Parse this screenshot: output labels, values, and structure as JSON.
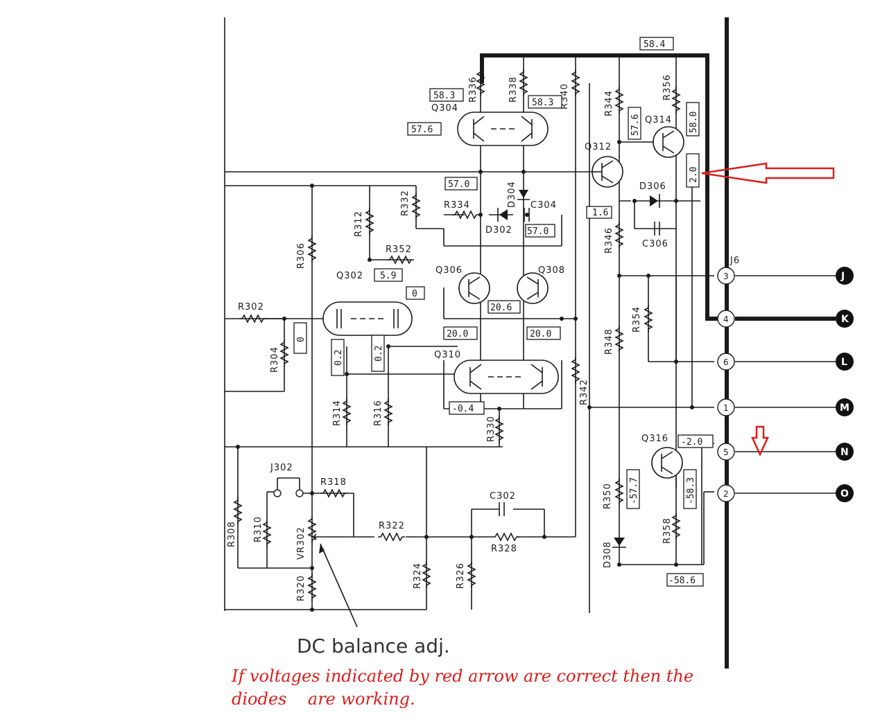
{
  "components": {
    "resistors": [
      "R302",
      "R304",
      "R306",
      "R308",
      "R310",
      "R312",
      "R314",
      "R316",
      "R318",
      "R320",
      "R322",
      "R324",
      "R326",
      "R328",
      "R330",
      "R332",
      "R334",
      "R336",
      "R338",
      "R340",
      "R342",
      "R344",
      "R346",
      "R348",
      "R350",
      "R352",
      "R354",
      "R356",
      "R358"
    ],
    "transistors": [
      "Q302",
      "Q304",
      "Q306",
      "Q308",
      "Q310",
      "Q312",
      "Q314",
      "Q316"
    ],
    "diodes": [
      "D302",
      "D304",
      "D306",
      "D308"
    ],
    "capacitors": [
      "C302",
      "C304",
      "C306"
    ],
    "jumper": "J302",
    "pot": "VR302",
    "connector": "J6"
  },
  "voltages": {
    "v584": "58.4",
    "v583a": "58.3",
    "v583b": "58.3",
    "v576a": "57.6",
    "v576b": "57.6",
    "v580": "58.0",
    "v20": "2.0",
    "v570a": "57.0",
    "v570b": "57.0",
    "v16": "1.6",
    "v59": "5.9",
    "v0a": "0",
    "v0b": "0",
    "v02a": "0.2",
    "v02b": "0.2",
    "v206": "20.6",
    "v200a": "20.0",
    "v200b": "20.0",
    "vm04": "-0.4",
    "vm20": "-2.0",
    "vm577": "-57.7",
    "vm583": "-58.3",
    "vm586": "-58.6"
  },
  "terminals": [
    {
      "pin": "3",
      "label": "J"
    },
    {
      "pin": "4",
      "label": "K"
    },
    {
      "pin": "6",
      "label": "L"
    },
    {
      "pin": "1",
      "label": "M"
    },
    {
      "pin": "5",
      "label": "N"
    },
    {
      "pin": "2",
      "label": "O"
    }
  ],
  "caption": "DC balance adj.",
  "note": {
    "line1": "If voltages indicated by red arrow are correct then the",
    "line2": "diodes    are working."
  },
  "colors": {
    "ink": "#1a1a1a",
    "annotation": "#d81e1e"
  }
}
